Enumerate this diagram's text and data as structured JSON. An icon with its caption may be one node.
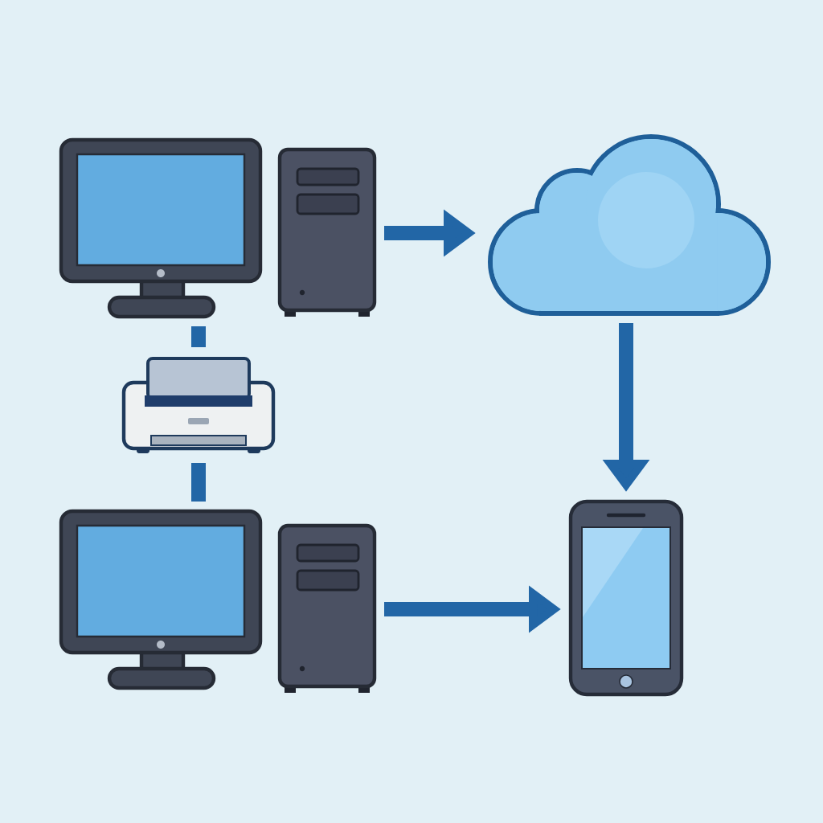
{
  "diagram": {
    "nodes": [
      {
        "text": [],
        "shape": "monitor"
      },
      {
        "text": [],
        "shape": "computer"
      },
      {
        "text": [],
        "shape": "cloud"
      },
      {
        "text": [],
        "shape": "printer"
      },
      {
        "text": [],
        "shape": "monitor"
      },
      {
        "text": [],
        "shape": "computer"
      },
      {
        "text": [],
        "shape": "phone"
      }
    ],
    "edges": [
      {
        "from": 1,
        "to": 2,
        "arrow": "to"
      },
      {
        "from": 2,
        "to": 6,
        "arrow": "to"
      },
      {
        "from": 0,
        "to": 3,
        "arrow": "none"
      },
      {
        "from": 3,
        "to": 4,
        "arrow": "none"
      },
      {
        "from": 5,
        "to": 6,
        "arrow": "to"
      }
    ]
  }
}
